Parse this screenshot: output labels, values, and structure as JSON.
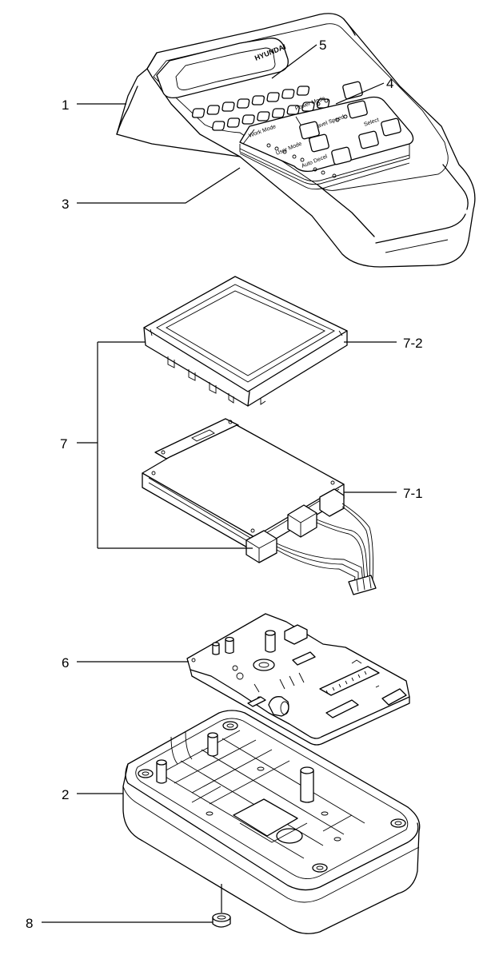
{
  "brand_text": "HYUNDAI",
  "panel_labels": {
    "work_mode": "Work Mode",
    "power_mode": "Power Mode",
    "travel_speed": "Travel Speed",
    "select": "Select",
    "user_mode": "User Mode",
    "auto_decel": "Auto Decel"
  },
  "callouts": {
    "c1": "1",
    "c2": "2",
    "c3": "3",
    "c4": "4",
    "c5": "5",
    "c6": "6",
    "c7": "7",
    "c7_1": "7-1",
    "c7_2": "7-2",
    "c8": "8"
  }
}
